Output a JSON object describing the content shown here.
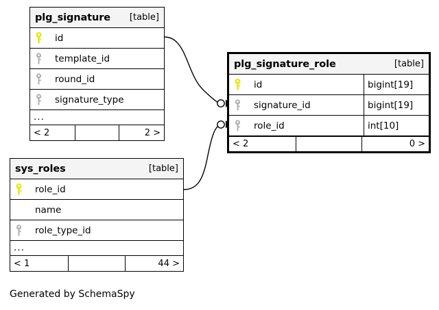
{
  "diagram": {
    "caption": "Generated by SchemaSpy",
    "table_tag": "[table]",
    "ellipsis": "...",
    "key_color_primary": "#e8e80d",
    "key_color_foreign": "#b0b0b0",
    "edge_color": "#000000"
  },
  "tables": [
    {
      "id": "plg_signature",
      "name": "plg_signature",
      "tag": "[table]",
      "focal": false,
      "has_type_column": false,
      "columns": [
        {
          "name": "id",
          "key": "primary",
          "type": ""
        },
        {
          "name": "template_id",
          "key": "foreign",
          "type": ""
        },
        {
          "name": "round_id",
          "key": "foreign",
          "type": ""
        },
        {
          "name": "signature_type",
          "key": "foreign",
          "type": ""
        }
      ],
      "more_indicator": "...",
      "footer": {
        "left": "< 2",
        "middle": "",
        "right": "2 >"
      }
    },
    {
      "id": "plg_signature_role",
      "name": "plg_signature_role",
      "tag": "[table]",
      "focal": true,
      "has_type_column": true,
      "columns": [
        {
          "name": "id",
          "key": "primary",
          "type": "bigint[19]"
        },
        {
          "name": "signature_id",
          "key": "foreign",
          "type": "bigint[19]"
        },
        {
          "name": "role_id",
          "key": "foreign",
          "type": "int[10]"
        }
      ],
      "more_indicator": "",
      "footer": {
        "left": "< 2",
        "middle": "",
        "right": "0 >"
      }
    },
    {
      "id": "sys_roles",
      "name": "sys_roles",
      "tag": "[table]",
      "focal": false,
      "has_type_column": false,
      "columns": [
        {
          "name": "role_id",
          "key": "primary",
          "type": ""
        },
        {
          "name": "name",
          "key": "none",
          "type": ""
        },
        {
          "name": "role_type_id",
          "key": "foreign",
          "type": ""
        }
      ],
      "more_indicator": "...",
      "footer": {
        "left": "< 1",
        "middle": "",
        "right": "44 >"
      }
    }
  ],
  "relationships": [
    {
      "id": "plg_signature-to-plg_signature_role",
      "from_table": "plg_signature",
      "from_column": "id",
      "to_table": "plg_signature_role",
      "to_column": "signature_id",
      "cardinality": "zero-or-many"
    },
    {
      "id": "sys_roles-to-plg_signature_role",
      "from_table": "sys_roles",
      "from_column": "role_id",
      "to_table": "plg_signature_role",
      "to_column": "role_id",
      "cardinality": "zero-or-many"
    }
  ]
}
